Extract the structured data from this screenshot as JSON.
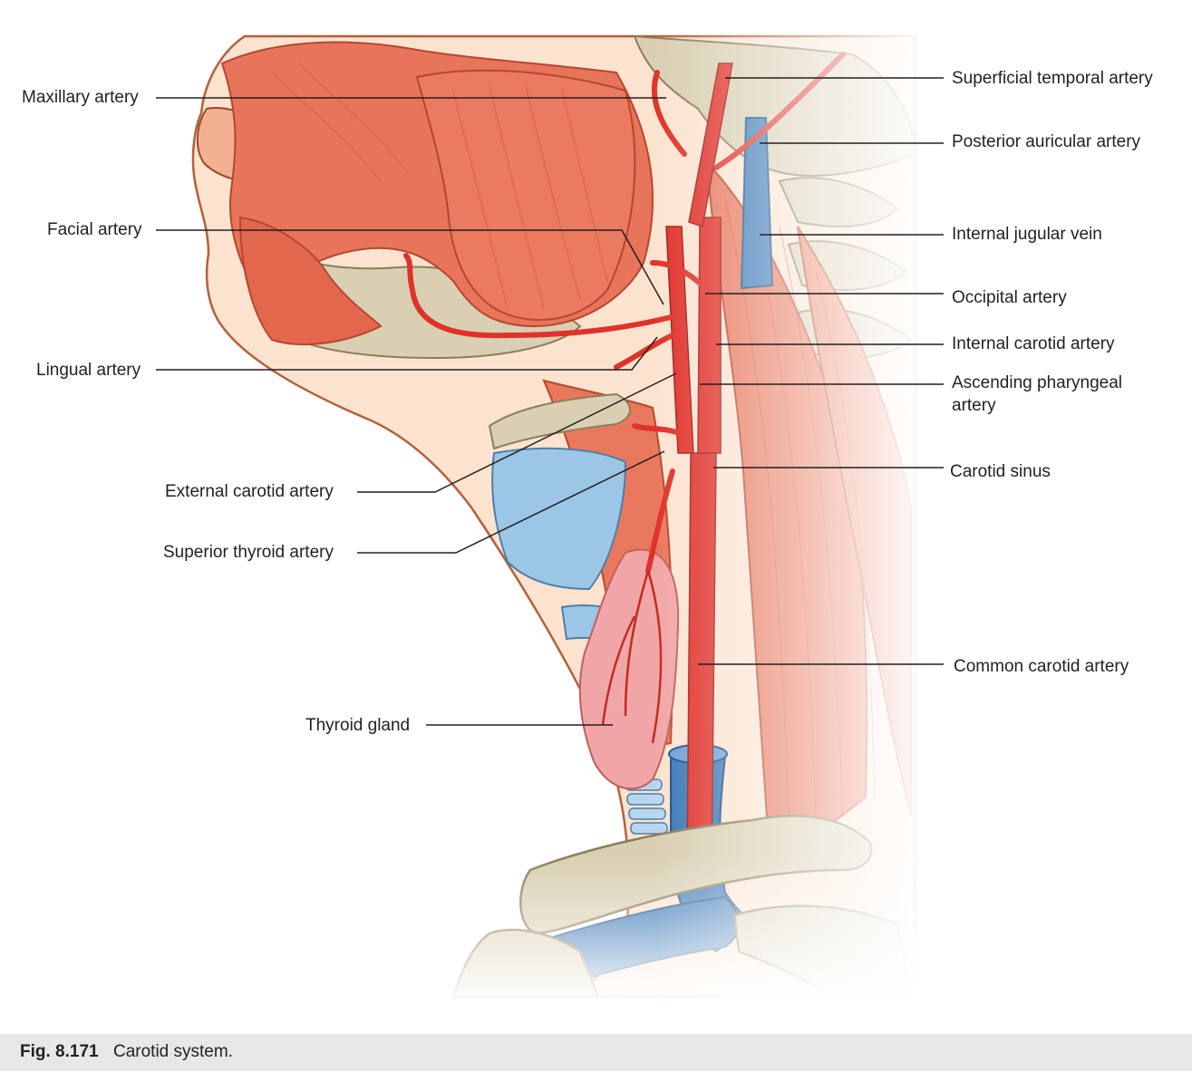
{
  "labels": {
    "maxillary_artery": "Maxillary artery",
    "facial_artery": "Facial artery",
    "lingual_artery": "Lingual artery",
    "external_carotid_artery": "External carotid artery",
    "superior_thyroid_artery": "Superior thyroid artery",
    "thyroid_gland": "Thyroid gland",
    "superficial_temporal_artery": "Superficial temporal artery",
    "posterior_auricular_artery": "Posterior auricular artery",
    "internal_jugular_vein": "Internal jugular vein",
    "occipital_artery": "Occipital artery",
    "internal_carotid_artery": "Internal carotid artery",
    "ascending_pharyngeal_artery_line1": "Ascending pharyngeal",
    "ascending_pharyngeal_artery_line2": "artery",
    "carotid_sinus": "Carotid sinus",
    "common_carotid_artery": "Common carotid artery"
  },
  "caption": {
    "figure_number": "Fig. 8.171",
    "text": "Carotid system."
  },
  "colors": {
    "muscle": "#e8745a",
    "muscle_dark": "#c9533b",
    "artery": "#e0322a",
    "vein": "#3b78b8",
    "bone": "#d9cfb2",
    "skin": "#fbe3d0",
    "cartilage": "#9cc6e6",
    "thyroid": "#f0a6a6",
    "leader_line": "#231f20",
    "caption_bar": "#e6e7e8"
  }
}
